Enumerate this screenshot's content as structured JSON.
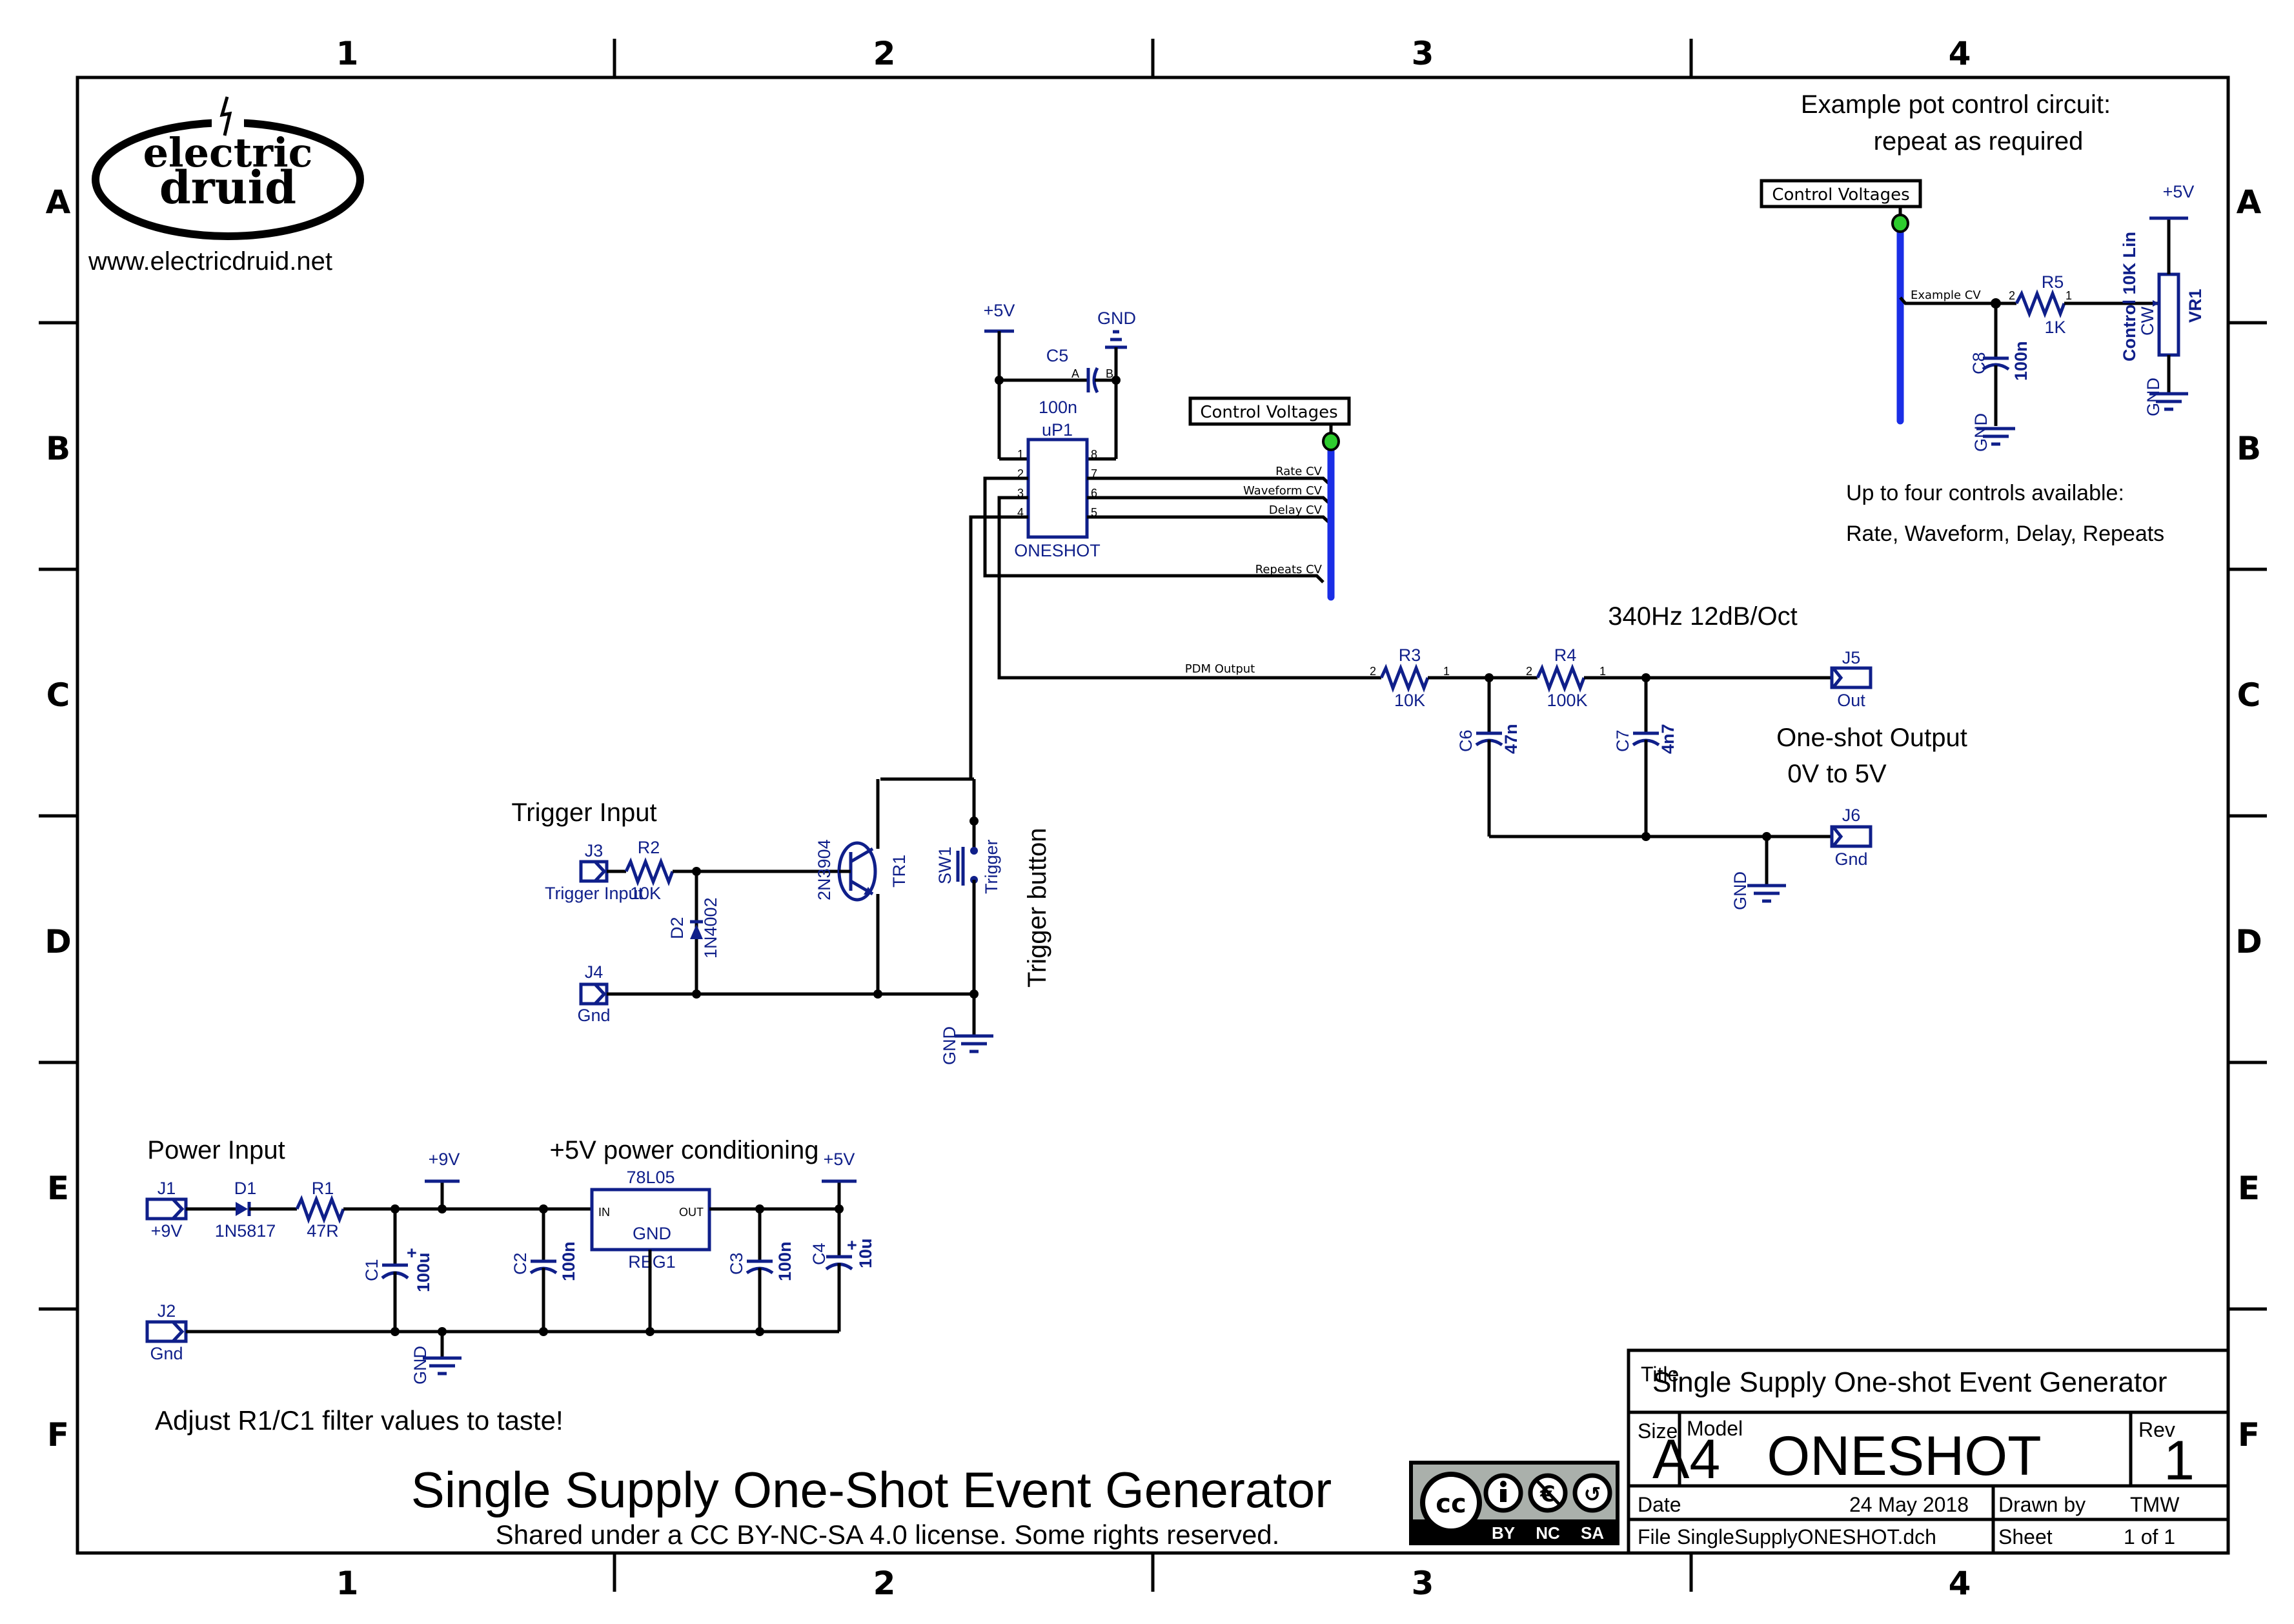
{
  "sheet": {
    "grid_columns": [
      "1",
      "2",
      "3",
      "4"
    ],
    "grid_rows": [
      "A",
      "B",
      "C",
      "D",
      "E",
      "F"
    ]
  },
  "logo": {
    "line1": "electric",
    "line2": "druid",
    "website": "www.electricdruid.net"
  },
  "notes": {
    "pot_example_line1": "Example pot control circuit:",
    "pot_example_line2": "repeat as required",
    "controls_line1": "Up to four controls available:",
    "controls_line2": "Rate, Waveform, Delay, Repeats",
    "filter_label": "340Hz 12dB/Oct",
    "output_label_line1": "One-shot Output",
    "output_label_line2": "0V to 5V",
    "trigger_input": "Trigger Input",
    "trigger_button": "Trigger button",
    "power_input": "Power Input",
    "power_conditioning": "+5V power conditioning",
    "adjust": "Adjust R1/C1 filter values to taste!"
  },
  "heading": {
    "title": "Single Supply One-Shot Event Generator",
    "license": "Shared under a CC BY-NC-SA 4.0 license. Some rights reserved."
  },
  "cc_badge": {
    "cc": "cc",
    "by": "BY",
    "nc": "NC",
    "sa": "SA"
  },
  "power_symbols": {
    "plus5v": "+5V",
    "plus9v": "+9V",
    "gnd": "GND"
  },
  "bus": {
    "label": "Control Voltages",
    "nets": [
      "Rate CV",
      "Waveform CV",
      "Delay CV",
      "Repeats CV"
    ],
    "example_net": "Example CV",
    "pdm_net": "PDM Output"
  },
  "components": {
    "uP1": {
      "ref": "uP1",
      "value": "ONESHOT",
      "pins_left": [
        "1",
        "2",
        "3",
        "4"
      ],
      "pins_right": [
        "8",
        "7",
        "6",
        "5"
      ]
    },
    "C5": {
      "ref": "C5",
      "value": "100n",
      "pin_a": "A",
      "pin_b": "B"
    },
    "C8": {
      "ref": "C8",
      "value": "100n"
    },
    "R5": {
      "ref": "R5",
      "value": "1K"
    },
    "VR1": {
      "ref": "VR1",
      "value": "Control 10K Lin",
      "cw": "CW"
    },
    "R3": {
      "ref": "R3",
      "value": "10K"
    },
    "R4": {
      "ref": "R4",
      "value": "100K"
    },
    "C6": {
      "ref": "C6",
      "value": "47n"
    },
    "C7": {
      "ref": "C7",
      "value": "4n7"
    },
    "J5": {
      "ref": "J5",
      "value": "Out"
    },
    "J6": {
      "ref": "J6",
      "value": "Gnd"
    },
    "J3": {
      "ref": "J3",
      "value": "Trigger Input"
    },
    "R2": {
      "ref": "R2",
      "value": "10K"
    },
    "D2": {
      "ref": "D2",
      "value": "1N4002"
    },
    "TR1": {
      "ref": "TR1",
      "value": "2N3904"
    },
    "SW1": {
      "ref": "SW1",
      "value": "Trigger"
    },
    "J4": {
      "ref": "J4",
      "value": "Gnd"
    },
    "J1": {
      "ref": "J1",
      "value": "+9V"
    },
    "D1": {
      "ref": "D1",
      "value": "1N5817"
    },
    "R1": {
      "ref": "R1",
      "value": "47R"
    },
    "C1": {
      "ref": "C1",
      "value": "100u"
    },
    "C2": {
      "ref": "C2",
      "value": "100n"
    },
    "REG1": {
      "ref": "REG1",
      "value": "78L05",
      "pin_in": "IN",
      "pin_out": "OUT",
      "pin_gnd": "GND"
    },
    "C3": {
      "ref": "C3",
      "value": "100n"
    },
    "C4": {
      "ref": "C4",
      "value": "10u"
    },
    "J2": {
      "ref": "J2",
      "value": "Gnd"
    }
  },
  "title_block": {
    "title_label": "Title",
    "title": "Single Supply One-shot Event Generator",
    "size_label": "Size",
    "size": "A4",
    "model_label": "Model",
    "model": "ONESHOT",
    "rev_label": "Rev",
    "rev": "1",
    "date_label": "Date",
    "date": "24 May 2018",
    "drawn_by_label": "Drawn by",
    "drawn_by": "TMW",
    "file_label": "File",
    "file": "SingleSupplyONESHOT.dch",
    "sheet_label": "Sheet",
    "sheet": "1 of 1"
  }
}
